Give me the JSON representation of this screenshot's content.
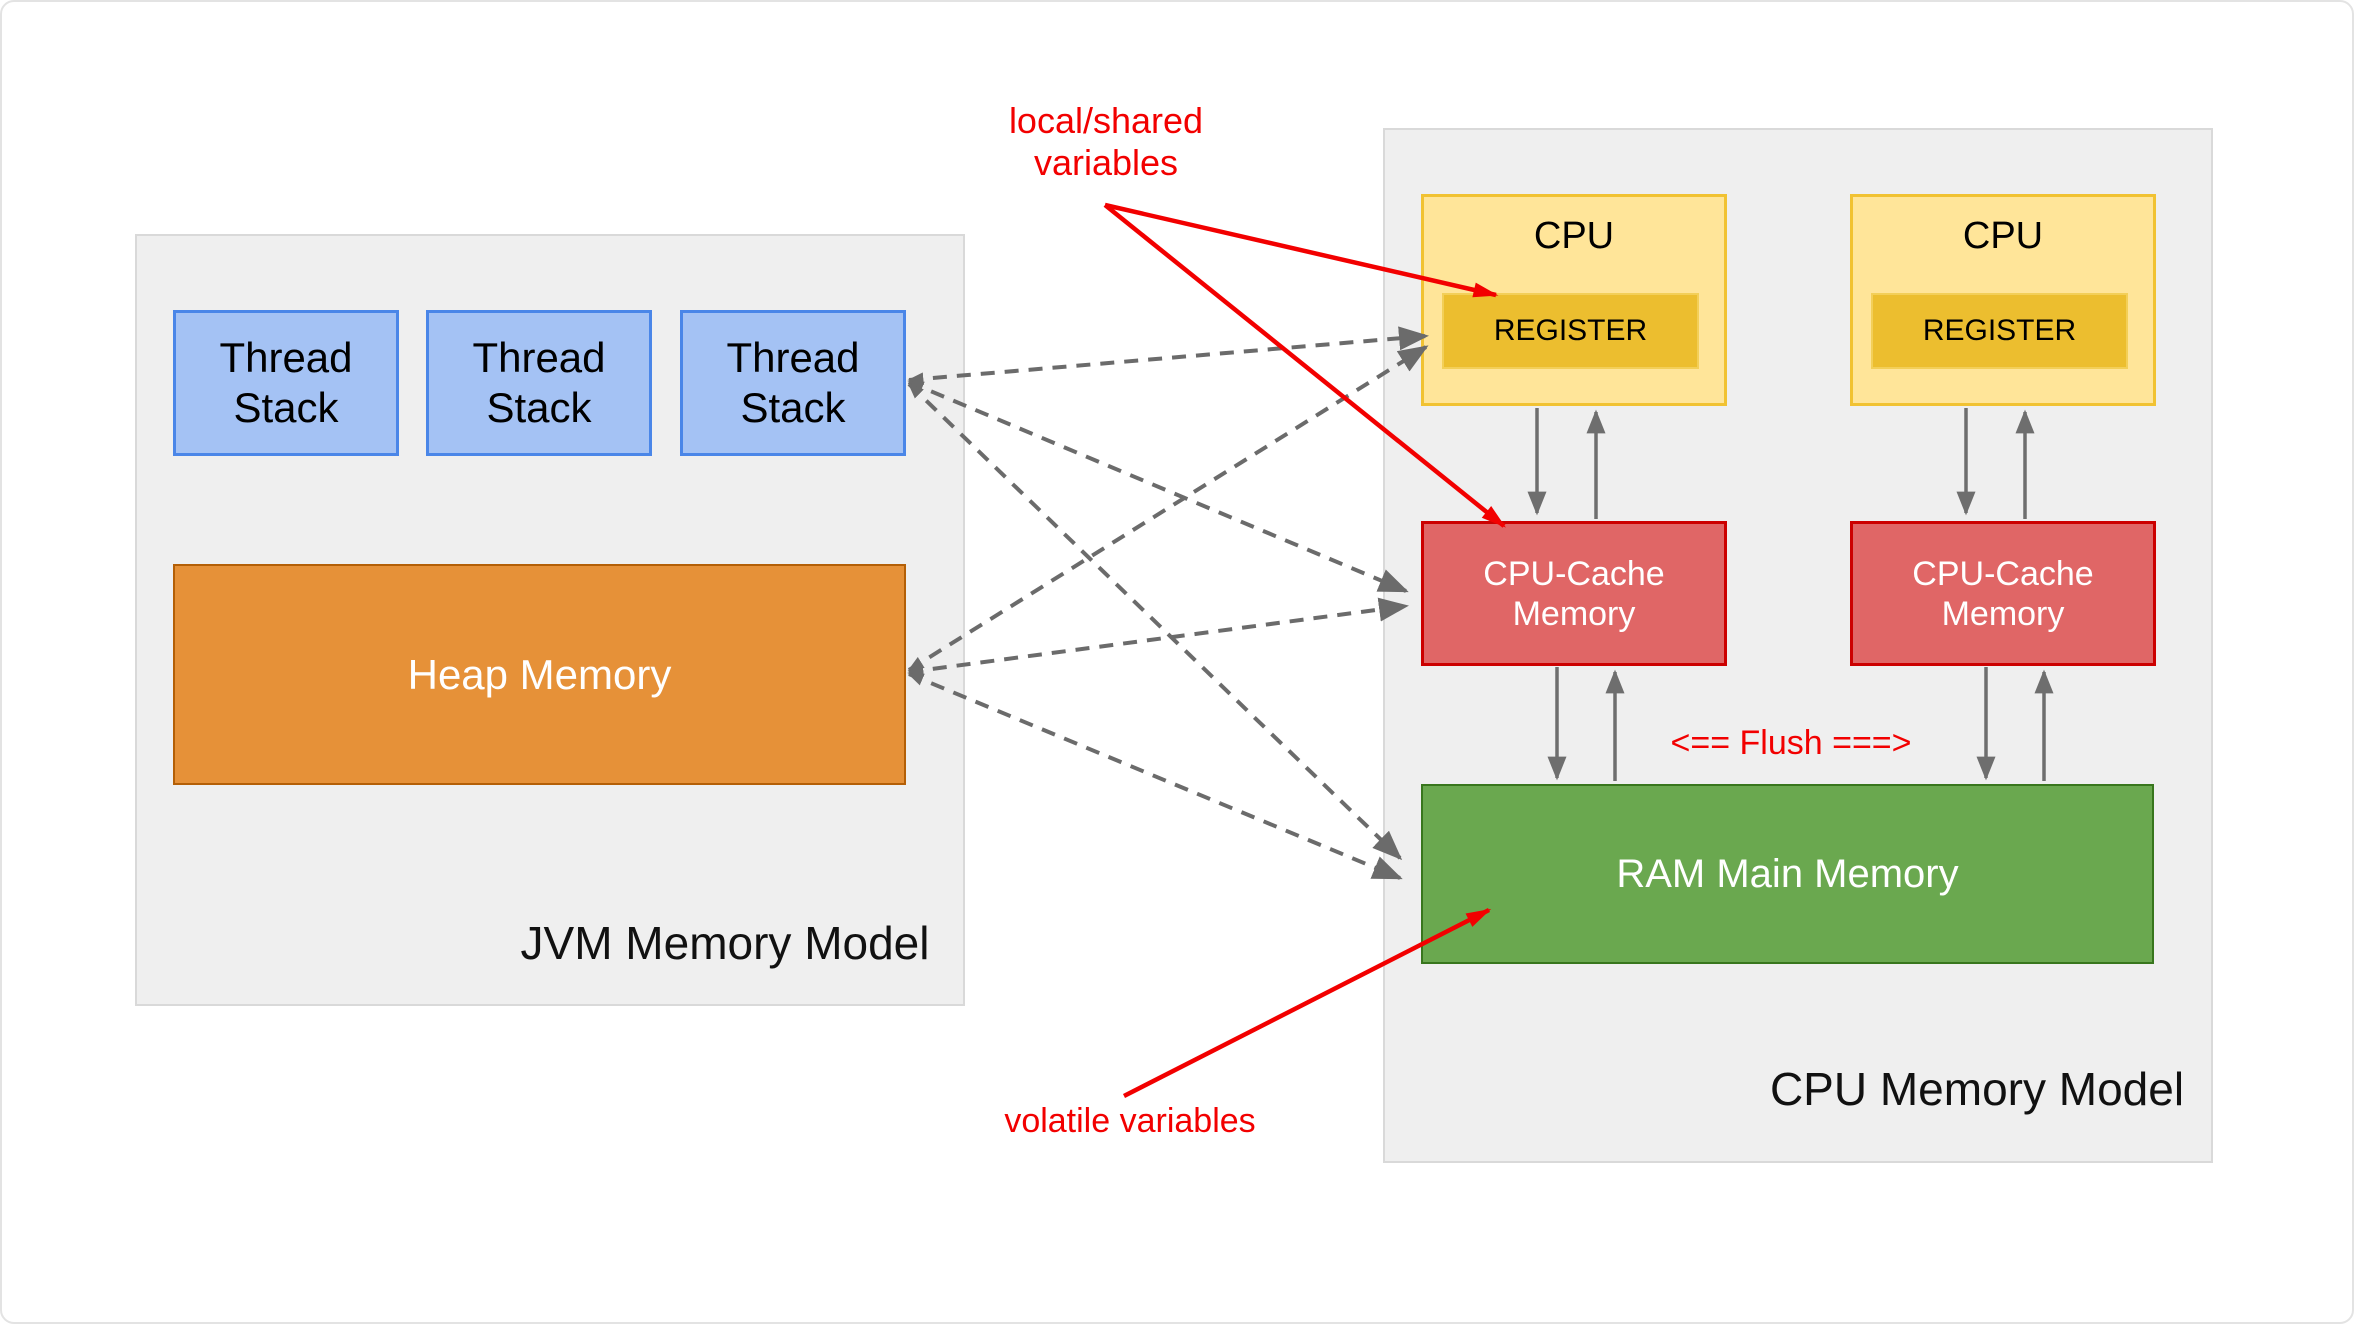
{
  "jvm": {
    "title": "JVM Memory Model",
    "thread_stacks": [
      "Thread\nStack",
      "Thread\nStack",
      "Thread\nStack"
    ],
    "heap": "Heap Memory"
  },
  "cpu": {
    "title": "CPU Memory Model",
    "units": [
      {
        "label": "CPU",
        "register": "REGISTER"
      },
      {
        "label": "CPU",
        "register": "REGISTER"
      }
    ],
    "caches": [
      "CPU-Cache\nMemory",
      "CPU-Cache\nMemory"
    ],
    "ram": "RAM Main Memory",
    "flush": "<== Flush ===>"
  },
  "annotations": {
    "local_shared": "local/shared\nvariables",
    "volatile": "volatile variables"
  },
  "colors": {
    "panel_bg": "#efefef",
    "panel_border": "#d9d9d9",
    "thread_stack_fill": "#a4c2f4",
    "thread_stack_border": "#4a86e8",
    "heap_fill": "#e69138",
    "heap_border": "#b45f06",
    "cpu_fill": "#ffe599",
    "cpu_border": "#f1c232",
    "register_fill": "#ecbe2f",
    "cache_fill": "#e06666",
    "cache_border": "#cc0000",
    "ram_fill": "#6aa84f",
    "ram_border": "#38761d",
    "arrow_gray": "#6b6b6b",
    "annotation_red": "#f20000"
  }
}
